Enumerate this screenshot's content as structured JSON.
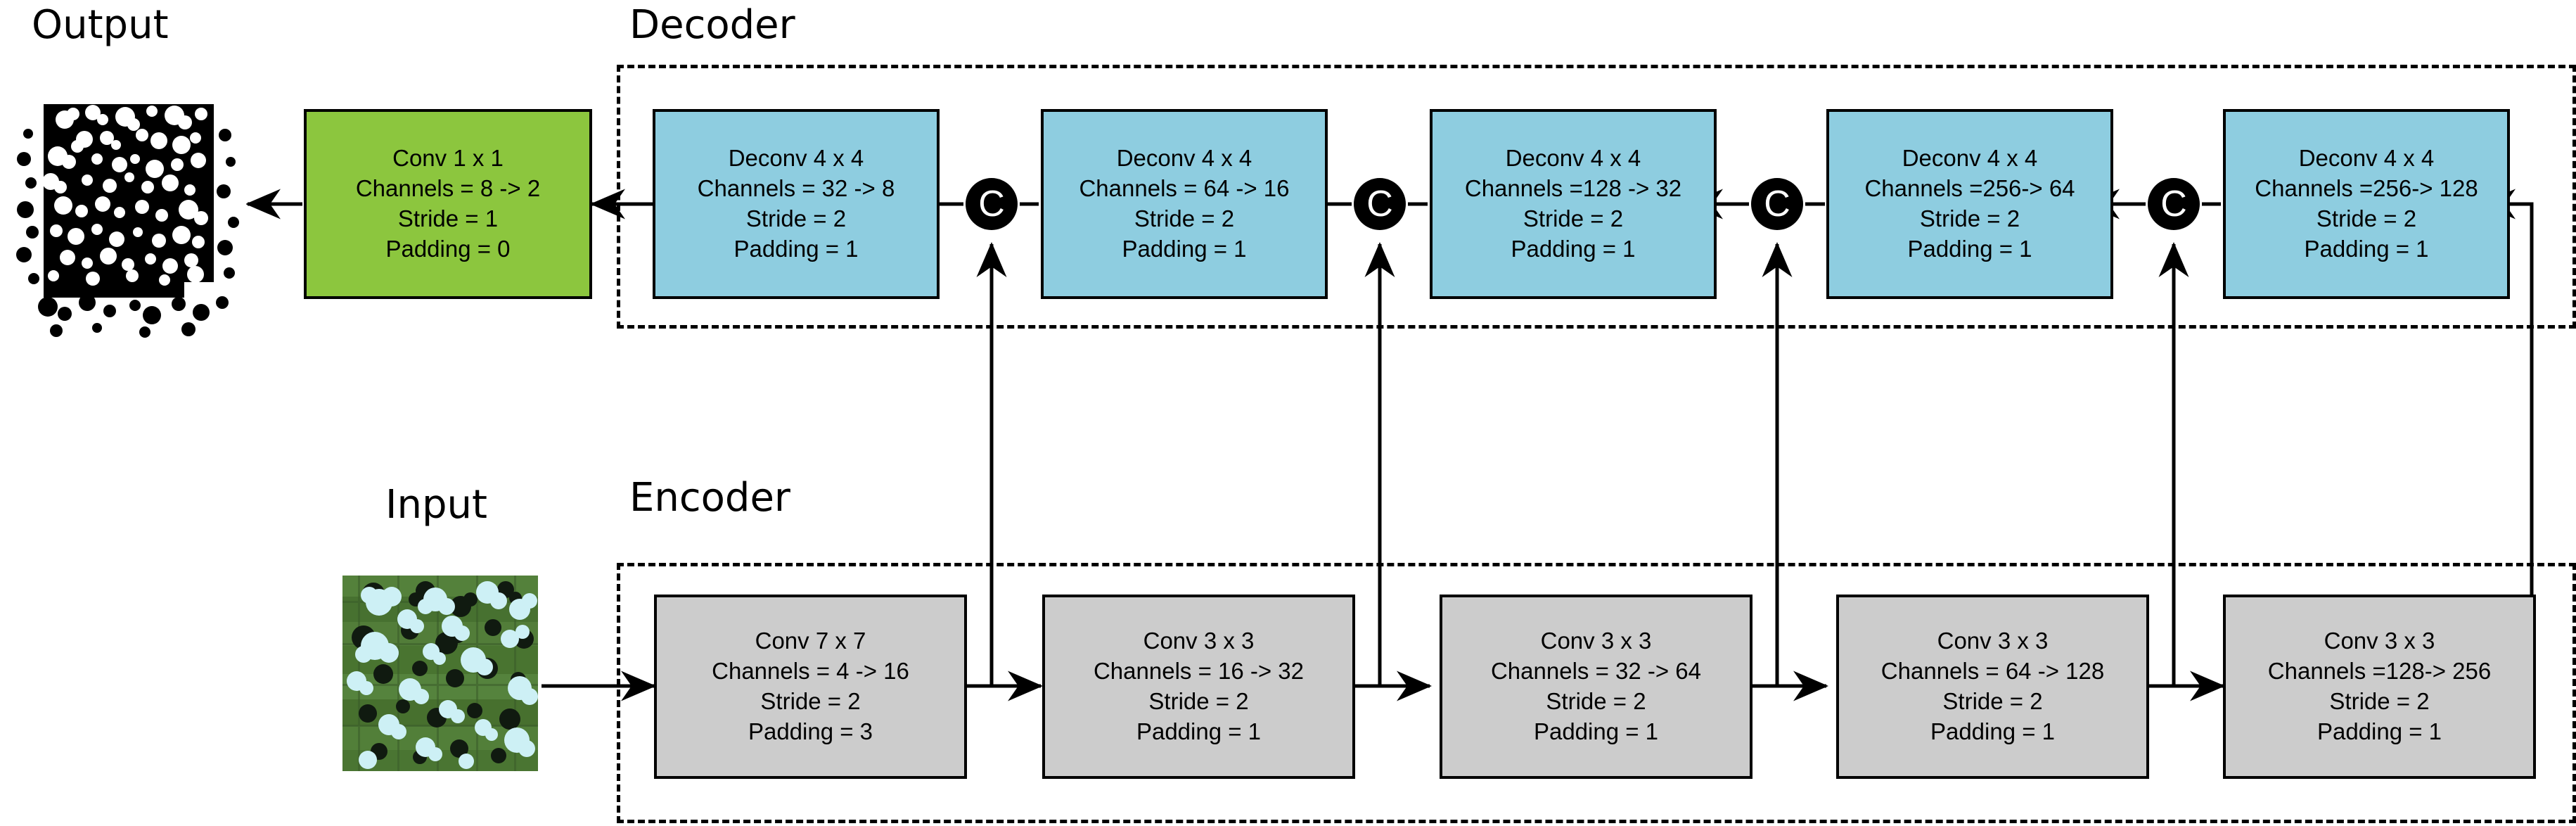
{
  "labels": {
    "output": "Output",
    "input": "Input",
    "decoder": "Decoder",
    "encoder": "Encoder"
  },
  "colors": {
    "deconv_fill": "#8ecde0",
    "conv_fill": "#cccccc",
    "head_fill": "#8cc63e",
    "stroke": "#000000",
    "mask_foreground": "#ffffff",
    "mask_background": "#000000"
  },
  "head_block": {
    "op": "Conv 1 x 1",
    "channels": "Channels = 8 -> 2",
    "stride": "Stride = 1",
    "padding": "Padding = 0"
  },
  "decoder": {
    "title": "Decoder",
    "blocks": [
      {
        "op": "Deconv 4 x 4",
        "channels": "Channels = 32 -> 8",
        "stride": "Stride = 2",
        "padding": "Padding = 1"
      },
      {
        "op": "Deconv 4 x 4",
        "channels": "Channels = 64 -> 16",
        "stride": "Stride = 2",
        "padding": "Padding = 1"
      },
      {
        "op": "Deconv 4 x 4",
        "channels": "Channels =128 -> 32",
        "stride": "Stride = 2",
        "padding": "Padding = 1"
      },
      {
        "op": "Deconv 4 x 4",
        "channels": "Channels =256-> 64",
        "stride": "Stride = 2",
        "padding": "Padding = 1"
      },
      {
        "op": "Deconv 4 x 4",
        "channels": "Channels =256-> 128",
        "stride": "Stride = 2",
        "padding": "Padding = 1"
      }
    ]
  },
  "encoder": {
    "title": "Encoder",
    "blocks": [
      {
        "op": "Conv 7 x 7",
        "channels": "Channels = 4 -> 16",
        "stride": "Stride = 2",
        "padding": "Padding = 3"
      },
      {
        "op": "Conv 3 x 3",
        "channels": "Channels = 16 -> 32",
        "stride": "Stride = 2",
        "padding": "Padding = 1"
      },
      {
        "op": "Conv 3 x 3",
        "channels": "Channels = 32 -> 64",
        "stride": "Stride = 2",
        "padding": "Padding = 1"
      },
      {
        "op": "Conv 3 x 3",
        "channels": "Channels = 64 -> 128",
        "stride": "Stride = 2",
        "padding": "Padding = 1"
      },
      {
        "op": "Conv 3 x 3",
        "channels": "Channels =128-> 256",
        "stride": "Stride = 2",
        "padding": "Padding = 1"
      }
    ]
  },
  "concat_nodes": [
    {
      "symbol": "C"
    },
    {
      "symbol": "C"
    },
    {
      "symbol": "C"
    },
    {
      "symbol": "C"
    }
  ]
}
